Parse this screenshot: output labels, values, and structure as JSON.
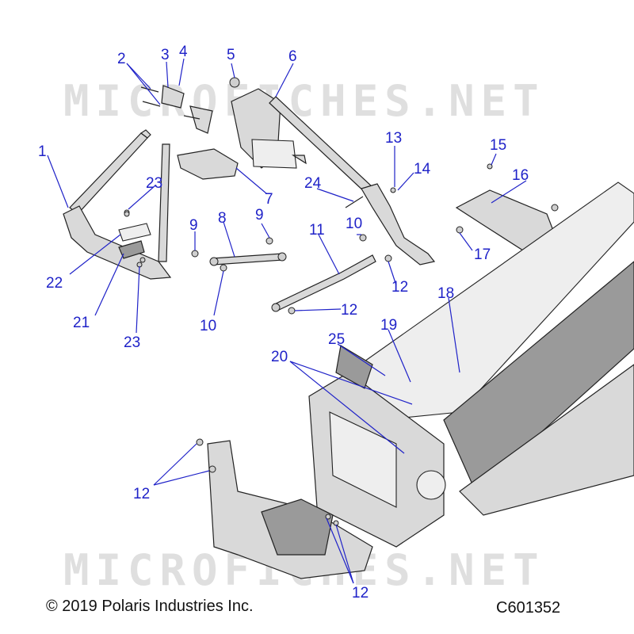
{
  "watermark": {
    "text": "MICROFICHES.NET"
  },
  "footer": {
    "copyright": "© 2019 Polaris Industries Inc.",
    "diagram_code": "C601352"
  },
  "callouts": [
    "1",
    "2",
    "3",
    "4",
    "5",
    "6",
    "7",
    "8",
    "9",
    "9",
    "10",
    "10",
    "11",
    "12",
    "12",
    "12",
    "12",
    "13",
    "14",
    "15",
    "16",
    "17",
    "18",
    "19",
    "20",
    "21",
    "22",
    "23",
    "23",
    "24",
    "25"
  ],
  "colors": {
    "callout": "#1f22c8",
    "line": "#222222"
  }
}
